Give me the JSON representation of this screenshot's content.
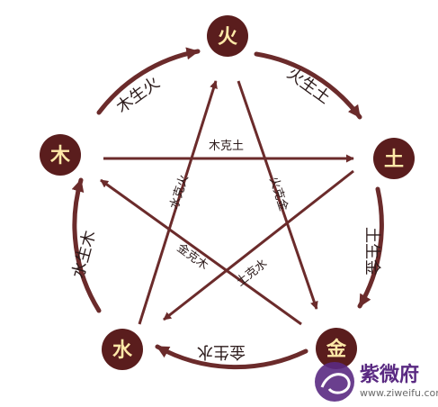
{
  "elements": {
    "fire": "火",
    "earth": "土",
    "metal": "金",
    "water": "水",
    "wood": "木"
  },
  "generating": {
    "fire_earth": "火生土",
    "earth_metal": "土生金",
    "metal_water": "金生水",
    "water_wood": "水生木",
    "wood_fire": "木生火"
  },
  "controlling": {
    "wood_earth": "木克土",
    "fire_metal": "火克金",
    "water_fire": "水克火",
    "earth_water": "土克水",
    "metal_wood": "金克木"
  },
  "brand": {
    "name": "紫微府",
    "url": "www.ziweifu.com"
  },
  "colors": {
    "arrow": "#6b2b2b",
    "node": "#5a1d1d",
    "node_text": "#ffe9a8",
    "brand": "#5a2a82"
  }
}
